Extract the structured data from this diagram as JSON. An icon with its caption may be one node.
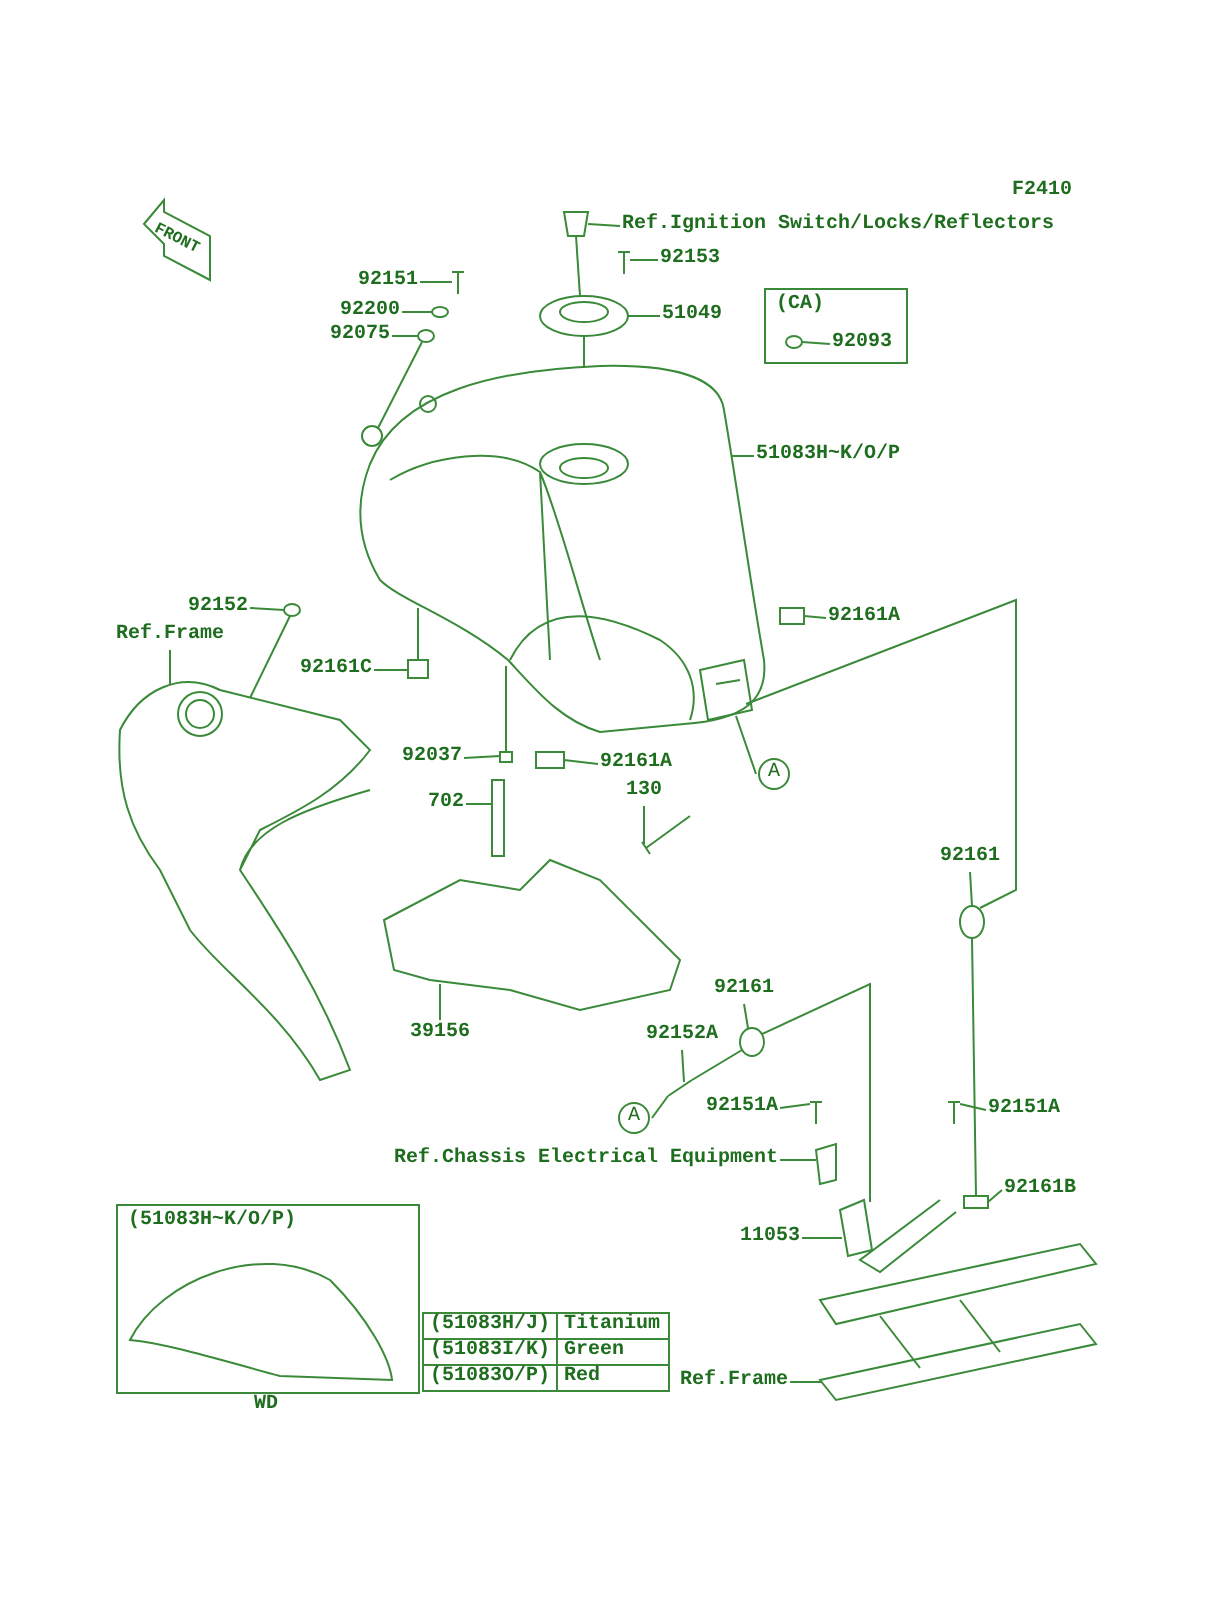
{
  "diagram": {
    "nodes": [
      {
        "text": [
          "Ref.Ignition Switch/Locks/Reflectors"
        ]
      },
      {
        "text": [
          "92153"
        ]
      },
      {
        "text": [
          "92151"
        ]
      },
      {
        "text": [
          "92200"
        ]
      },
      {
        "text": [
          "51049"
        ]
      },
      {
        "text": [
          "(CA)"
        ]
      },
      {
        "text": [
          "92093"
        ],
        "in": 5
      },
      {
        "text": [
          "92075"
        ]
      },
      {
        "text": [
          "51083H~K/O/P"
        ]
      },
      {
        "text": [
          "92152"
        ]
      },
      {
        "text": [
          "92161A"
        ]
      },
      {
        "text": [
          "Ref.Frame"
        ]
      },
      {
        "text": [
          "92161C"
        ]
      },
      {
        "text": [
          "92037"
        ]
      },
      {
        "text": [
          "92161A"
        ]
      },
      {
        "text": [
          "A"
        ]
      },
      {
        "text": [
          "702"
        ]
      },
      {
        "text": [
          "130"
        ]
      },
      {
        "text": [
          "92161"
        ]
      },
      {
        "text": [
          "39156"
        ]
      },
      {
        "text": [
          "92161"
        ]
      },
      {
        "text": [
          "92152A"
        ]
      },
      {
        "text": [
          "A"
        ]
      },
      {
        "text": [
          "92151A"
        ]
      },
      {
        "text": [
          "92151A"
        ]
      },
      {
        "text": [
          "Ref.Chassis Electrical Equipment"
        ]
      },
      {
        "text": [
          "92161B"
        ]
      },
      {
        "text": [
          "(51083H~K/O/P)"
        ],
        "beside": [
          "WD"
        ]
      },
      {
        "text": [
          "11053"
        ]
      },
      {
        "text": [
          "Ref.Frame"
        ]
      },
      {
        "text": [],
        "shape": "picture"
      },
      {
        "text": [],
        "shape": "picture"
      },
      {
        "text": [],
        "shape": "picture"
      },
      {
        "text": [],
        "shape": "circle"
      },
      {
        "text": [],
        "shape": "picture"
      },
      {
        "text": [],
        "shape": "circle",
        "in": 5
      },
      {
        "text": [],
        "shape": "circle"
      },
      {
        "text": [],
        "shape": "picture"
      },
      {
        "text": [],
        "shape": "circle"
      },
      {
        "text": [],
        "shape": "box"
      },
      {
        "text": [],
        "shape": "picture"
      },
      {
        "text": [],
        "shape": "box"
      },
      {
        "text": [],
        "shape": "box"
      },
      {
        "text": [],
        "shape": "box"
      },
      {
        "text": [],
        "shape": "box"
      },
      {
        "text": [],
        "shape": "picture"
      },
      {
        "text": [],
        "shape": "circle"
      },
      {
        "text": [],
        "shape": "picture"
      },
      {
        "text": [],
        "shape": "circle"
      },
      {
        "text": [],
        "shape": "picture"
      },
      {
        "text": [],
        "shape": "picture"
      },
      {
        "text": [],
        "shape": "picture"
      },
      {
        "text": [],
        "shape": "picture"
      },
      {
        "text": [],
        "shape": "box"
      },
      {
        "text": [],
        "shape": "picture"
      },
      {
        "text": [],
        "shape": "picture"
      }
    ],
    "edges": [
      {
        "from": 0,
        "to": 30,
        "arrow": "none"
      },
      {
        "from": 1,
        "to": 31,
        "arrow": "none"
      },
      {
        "from": 2,
        "to": 32,
        "arrow": "none"
      },
      {
        "from": 3,
        "to": 33,
        "arrow": "none"
      },
      {
        "from": 4,
        "to": 34,
        "arrow": "none"
      },
      {
        "from": 6,
        "to": 35,
        "arrow": "none"
      },
      {
        "from": 7,
        "to": 36,
        "arrow": "none"
      },
      {
        "from": 8,
        "to": 37,
        "arrow": "none"
      },
      {
        "from": 9,
        "to": 38,
        "arrow": "none"
      },
      {
        "from": 10,
        "to": 39,
        "arrow": "none"
      },
      {
        "from": 11,
        "to": 40,
        "arrow": "none"
      },
      {
        "from": 12,
        "to": 41,
        "arrow": "none"
      },
      {
        "from": 13,
        "to": 42,
        "arrow": "none"
      },
      {
        "from": 14,
        "to": 43,
        "arrow": "none"
      },
      {
        "from": 15,
        "to": 37,
        "arrow": "none"
      },
      {
        "from": 16,
        "to": 44,
        "arrow": "none"
      },
      {
        "from": 17,
        "to": 45,
        "arrow": "none"
      },
      {
        "from": 18,
        "to": 46,
        "arrow": "none"
      },
      {
        "from": 19,
        "to": 47,
        "arrow": "none"
      },
      {
        "from": 20,
        "to": 48,
        "arrow": "none"
      },
      {
        "from": 21,
        "to": 49,
        "arrow": "none"
      },
      {
        "from": 22,
        "to": 49,
        "arrow": "none"
      },
      {
        "from": 23,
        "to": 50,
        "arrow": "none"
      },
      {
        "from": 24,
        "to": 51,
        "arrow": "none"
      },
      {
        "from": 25,
        "to": 52,
        "arrow": "none"
      },
      {
        "from": 26,
        "to": 53,
        "arrow": "none"
      },
      {
        "from": 28,
        "to": 54,
        "arrow": "none"
      },
      {
        "from": 29,
        "to": 55,
        "arrow": "none"
      },
      {
        "from": 30,
        "to": 34,
        "arrow": "none"
      },
      {
        "from": 34,
        "to": 37,
        "arrow": "none"
      },
      {
        "from": 36,
        "to": 37,
        "arrow": "none"
      },
      {
        "from": 38,
        "to": 40,
        "arrow": "none"
      },
      {
        "from": 41,
        "to": 37,
        "arrow": "none"
      },
      {
        "from": 42,
        "to": 37,
        "arrow": "none"
      },
      {
        "from": 37,
        "to": 46,
        "arrow": "none"
      },
      {
        "from": 46,
        "to": 53,
        "arrow": "none"
      },
      {
        "from": 48,
        "to": 54,
        "arrow": "none"
      },
      {
        "from": 49,
        "to": 48,
        "arrow": "none"
      }
    ],
    "labels": [
      "F2410",
      "FRONT",
      "(51083H/J)",
      "Titanium",
      "(51083I/K)",
      "Green",
      "(51083O/P)",
      "Red"
    ]
  }
}
